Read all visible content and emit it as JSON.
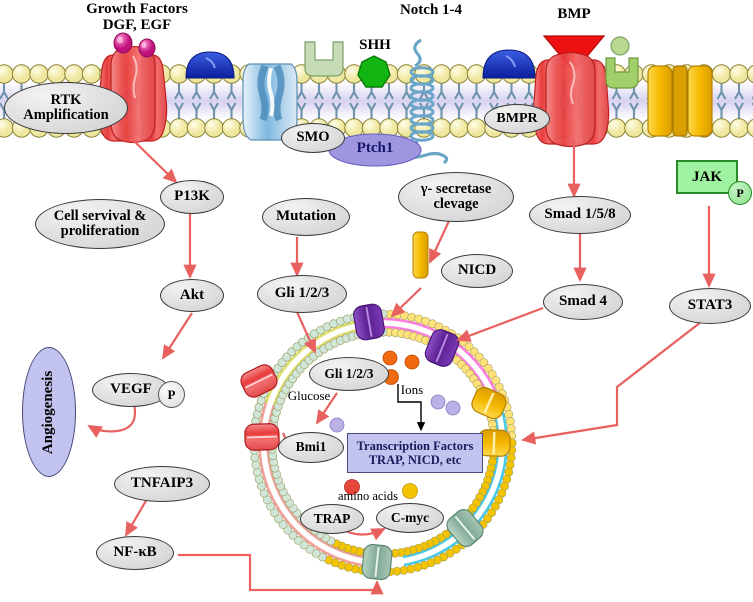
{
  "figure": {
    "title": "Cancer stem cell signaling pathways schematic",
    "type": "biological-pathway-diagram"
  },
  "membrane": {
    "ligands": [
      {
        "id": "growth-factors",
        "label_line1": "Growth Factors",
        "label_line2": "DGF, EGF",
        "color": "#cc1f7e"
      },
      {
        "id": "shh",
        "label": "SHH",
        "color": "#12b512"
      },
      {
        "id": "notch",
        "label": "Notch 1-4",
        "color": "#6aa6c8"
      },
      {
        "id": "bmp",
        "label": "BMP",
        "color": "#ee1111"
      }
    ],
    "receptors": [
      {
        "id": "rtk",
        "label_line1": "RTK",
        "label_line2": "Amplification",
        "color": "#ee4444"
      },
      {
        "id": "smo",
        "label": "SMO",
        "color": "#cfe4f4"
      },
      {
        "id": "ptch1",
        "label": "Ptch1",
        "color": "#9f96e0"
      },
      {
        "id": "bmpr",
        "label": "BMPR",
        "color": "#1535c8"
      }
    ],
    "colors": {
      "head": "#f5f0b8",
      "head_stroke": "#8c8438",
      "tail": "#6f92ad",
      "core": "#dcd6f2",
      "yellow_channel": "#f5c400",
      "yellow_channel_dark": "#cf9f00"
    }
  },
  "nodes": [
    {
      "id": "rtk-amplification",
      "label": "RTK\nAmplification"
    },
    {
      "id": "pi3k",
      "label": "P13K"
    },
    {
      "id": "cell-survival",
      "label": "Cell servival &\nproliferation"
    },
    {
      "id": "akt",
      "label": "Akt"
    },
    {
      "id": "vegf",
      "label": "VEGF"
    },
    {
      "id": "angiogenesis",
      "label": "Angiogenesis"
    },
    {
      "id": "mutation",
      "label": "Mutation"
    },
    {
      "id": "gli-cyto",
      "label": "Gli 1/2/3"
    },
    {
      "id": "gamma-secretase",
      "label": "γ- secretase\nclevage"
    },
    {
      "id": "nicd",
      "label": "NICD"
    },
    {
      "id": "smad158",
      "label": "Smad 1/5/8"
    },
    {
      "id": "smad4",
      "label": "Smad 4"
    },
    {
      "id": "jak",
      "label": "JAK"
    },
    {
      "id": "stat3",
      "label": "STAT3"
    },
    {
      "id": "tnfaip3",
      "label": "TNFAIP3"
    },
    {
      "id": "nfkb",
      "label": "NF-κB"
    },
    {
      "id": "gli-nuc",
      "label": "Gli 1/2/3"
    },
    {
      "id": "bmi1",
      "label": "Bmi1"
    },
    {
      "id": "trap",
      "label": "TRAP"
    },
    {
      "id": "cmyc",
      "label": "C-myc"
    }
  ],
  "nucleus": {
    "transcription_factors": {
      "line1": "Transcription Factors",
      "line2": "TRAP, NICD, etc"
    },
    "annotations": [
      {
        "id": "glucose",
        "label": "Glucose"
      },
      {
        "id": "ions",
        "label": "Ions"
      },
      {
        "id": "amino-acids",
        "label": "amino acids"
      }
    ],
    "transporters": [
      {
        "id": "purple-transporter",
        "color": "#6b2fa0"
      },
      {
        "id": "red-transporter",
        "color": "#e03232"
      },
      {
        "id": "yellow-transporter",
        "color": "#f2c200"
      },
      {
        "id": "green-transporter",
        "color": "#8fb6a3"
      }
    ],
    "ring_segments": [
      {
        "id": "seg-yellowgreen",
        "color": "#e6e67a"
      },
      {
        "id": "seg-pink",
        "color": "#ff7de0"
      },
      {
        "id": "seg-cyan",
        "color": "#49c8e8"
      },
      {
        "id": "seg-salmon",
        "color": "#f2a09a"
      }
    ],
    "molecules": [
      {
        "id": "ion-orange",
        "color": "#f06a10",
        "count": 3
      },
      {
        "id": "ion-violet",
        "color": "#bcb0e8",
        "count": 3
      },
      {
        "id": "aa-red",
        "color": "#e8453c",
        "count": 1
      },
      {
        "id": "aa-yellow",
        "color": "#f5c400",
        "count": 1
      }
    ]
  },
  "phospho_badges": [
    {
      "id": "vegf-p",
      "label": "P",
      "style": "grey"
    },
    {
      "id": "jak-p",
      "label": "P",
      "style": "green"
    }
  ],
  "colors": {
    "arrow": "#e8615e",
    "arrow_black": "#000000",
    "node_fill": "#e0e0e0",
    "node_stroke": "#3a3a3a",
    "accent_lavender": "#c3c3ef"
  }
}
